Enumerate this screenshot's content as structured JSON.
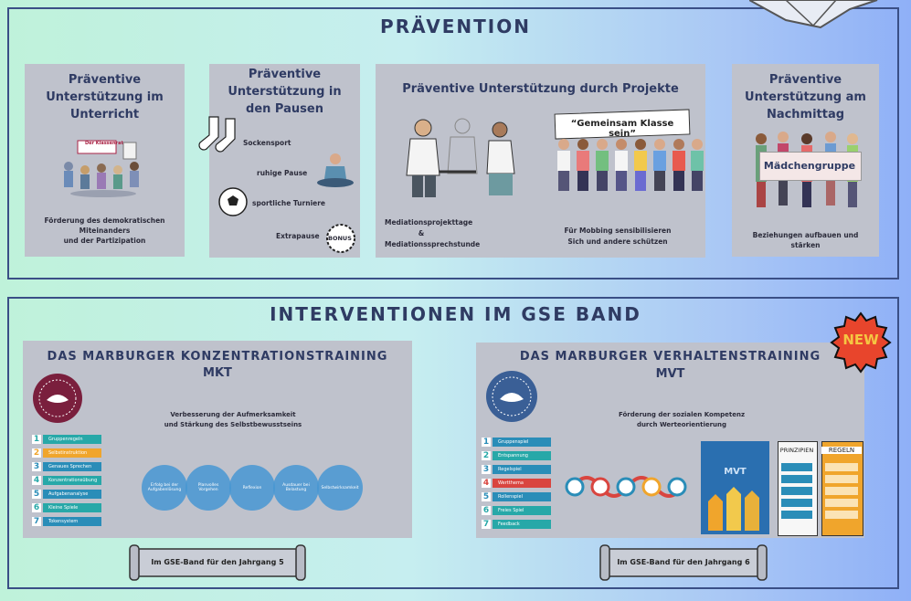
{
  "praevention": {
    "title": "PRÄVENTION",
    "unterricht": {
      "title_l1": "Präventive",
      "title_l2": "Unterstützung im",
      "title_l3": "Unterricht",
      "image_sign": "Der Klassenrat",
      "caption_l1": "Förderung des demokratischen",
      "caption_l2": "Miteinanders",
      "caption_l3": "und der Partizipation"
    },
    "pausen": {
      "title_l1": "Präventive",
      "title_l2": "Unterstützung in",
      "title_l3": "den Pausen",
      "item1": "Sockensport",
      "item2": "ruhige Pause",
      "item3": "sportliche Turniere",
      "item4": "Extrapause",
      "bonus_badge": "BONUS"
    },
    "projekte": {
      "title": "Präventive Unterstützung durch Projekte",
      "banner": "“Gemeinsam Klasse sein”",
      "left_l1": "Mediationsprojekttage",
      "left_l2": "&",
      "left_l3": "Mediationssprechstunde",
      "right_l1": "Für Mobbing sensibilisieren",
      "right_l2": "Sich und andere schützen"
    },
    "nachmittag": {
      "title_l1": "Präventive",
      "title_l2": "Unterstützung am",
      "title_l3": "Nachmittag",
      "sign": "Mädchengruppe",
      "caption_l1": "Beziehungen aufbauen und",
      "caption_l2": "stärken"
    }
  },
  "interventionen": {
    "title": "INTERVENTIONEN IM GSE BAND",
    "mkt": {
      "title_l1": "DAS MARBURGER KONZENTRATIONSTRAINING",
      "title_l2": "MKT",
      "desc_l1": "Verbesserung der Aufmerksamkeit",
      "desc_l2": "und Stärkung des Selbstbewusstseins",
      "list": [
        {
          "n": "1",
          "label": "Gruppenregeln",
          "color": "#27a8a8"
        },
        {
          "n": "2",
          "label": "Selbstinstruktion",
          "color": "#f0a52c"
        },
        {
          "n": "3",
          "label": "Genaues Sprechen",
          "color": "#2a8db8"
        },
        {
          "n": "4",
          "label": "Konzentrationsübung",
          "color": "#27a8a8"
        },
        {
          "n": "5",
          "label": "Aufgabenanalyse",
          "color": "#2a8db8"
        },
        {
          "n": "6",
          "label": "Kleine Spiele",
          "color": "#27a8a8"
        },
        {
          "n": "7",
          "label": "Tokensystem",
          "color": "#2a8db8"
        }
      ],
      "circles": [
        "Erfolg bei der Aufgabenlösung",
        "Planvolles Vorgehen",
        "Reflexion",
        "Ausdauer bei Belastung",
        "Selbstwirksamkeit"
      ],
      "footer": "Im GSE-Band für den Jahrgang 5"
    },
    "mvt": {
      "title_l1": "DAS MARBURGER VERHALTENSTRAINING",
      "title_l2": "MVT",
      "desc_l1": "Förderung der sozialen Kompetenz",
      "desc_l2": "durch Werteorientierung",
      "new_badge": "NEW",
      "list": [
        {
          "n": "1",
          "label": "Gruppenspiel",
          "color": "#2a8db8"
        },
        {
          "n": "2",
          "label": "Entspannung",
          "color": "#27a8a8"
        },
        {
          "n": "3",
          "label": "Regelspiel",
          "color": "#2a8db8"
        },
        {
          "n": "4",
          "label": "Wertthema",
          "color": "#d9453f"
        },
        {
          "n": "5",
          "label": "Rollenspiel",
          "color": "#2a8db8"
        },
        {
          "n": "6",
          "label": "Freies Spiel",
          "color": "#27a8a8"
        },
        {
          "n": "7",
          "label": "Feedback",
          "color": "#27a8a8"
        }
      ],
      "poster_title": "MVT",
      "prinzipien": "PRINZIPIEN",
      "regeln": "REGELN",
      "footer": "Im GSE-Band für den Jahrgang 6"
    }
  }
}
